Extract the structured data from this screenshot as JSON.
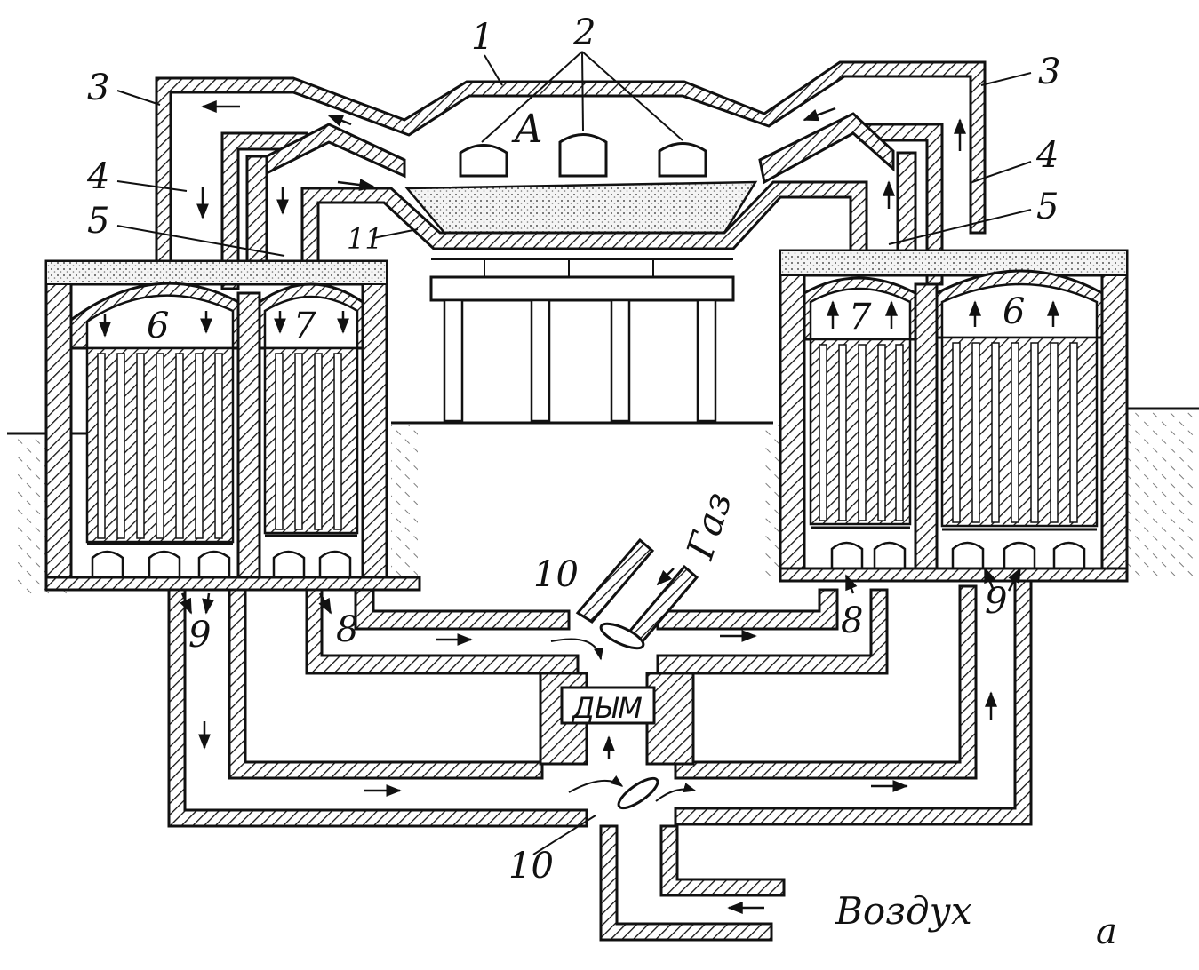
{
  "figure": {
    "letter": "а",
    "chamber_label": "А",
    "callouts": {
      "roof": "1",
      "ports": "2",
      "uptake_left": "3",
      "uptake_right": "3",
      "channel_left": "4",
      "channel_right": "4",
      "gas_channel_left": "5",
      "gas_channel_right": "5",
      "air_regen_left": "6",
      "air_regen_right": "6",
      "gas_regen_left": "7",
      "gas_regen_right": "7",
      "gas_flue_left": "8",
      "gas_flue_right": "8",
      "air_flue_left": "9",
      "air_flue_right": "9",
      "valve_upper": "10",
      "valve_lower": "10",
      "hearth": "11"
    },
    "flows": {
      "gas": "Газ",
      "smoke": "ДЫМ",
      "air": "Воздух"
    }
  }
}
